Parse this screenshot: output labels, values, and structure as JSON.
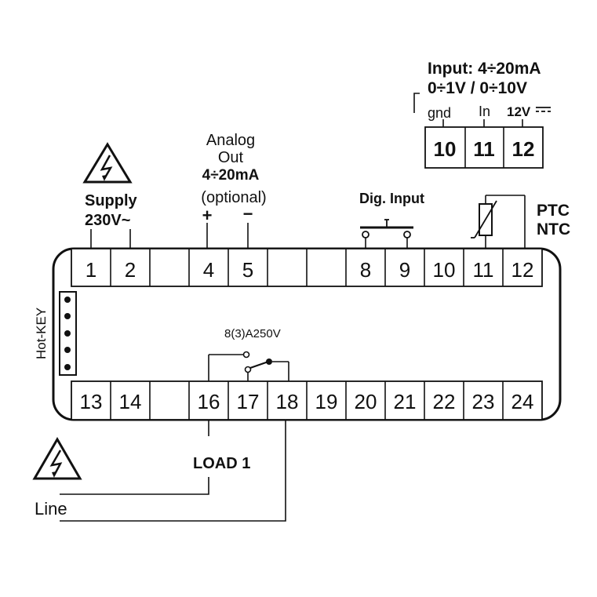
{
  "top_terminals": [
    "1",
    "2",
    "",
    "4",
    "5",
    "",
    "",
    "8",
    "9",
    "10",
    "11",
    "12"
  ],
  "bottom_terminals": [
    "13",
    "14",
    "",
    "16",
    "17",
    "18",
    "19",
    "20",
    "21",
    "22",
    "23",
    "24"
  ],
  "aux_terminals": [
    "10",
    "11",
    "12"
  ],
  "aux_pins": [
    "gnd",
    "In",
    "12V"
  ],
  "input_title": "Input: 4÷20mA",
  "input_range": "0÷1V / 0÷10V",
  "analog_out": [
    "Analog",
    "Out",
    "4÷20mA",
    "(optional)"
  ],
  "analog_plus": "+",
  "analog_minus": "−",
  "supply": [
    "Supply",
    "230V~"
  ],
  "dig_input": "Dig. Input",
  "probe": [
    "PTC",
    "NTC"
  ],
  "hotkey": "Hot-KEY",
  "relay_rating": "8(3)A250V",
  "load": "LOAD 1",
  "line": "Line"
}
